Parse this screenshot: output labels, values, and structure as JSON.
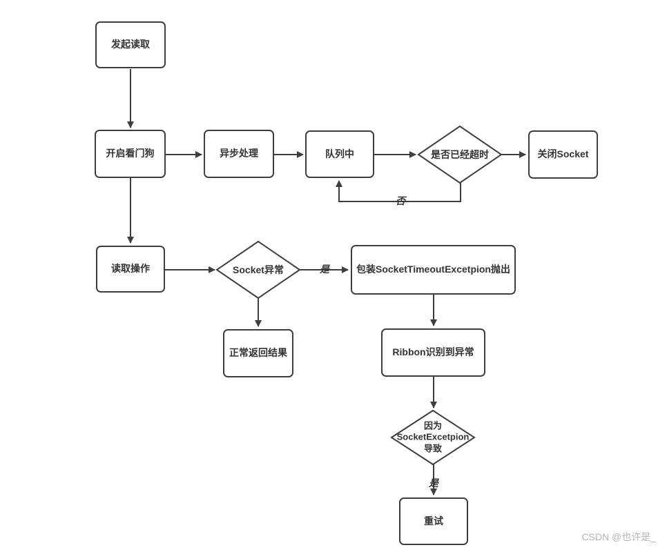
{
  "diagram": {
    "nodes": {
      "start_read": "发起读取",
      "start_watchdog": "开启看门狗",
      "async_process": "异步处理",
      "in_queue": "队列中",
      "timeout_check": "是否已经超时",
      "close_socket": "关闭Socket",
      "read_operation": "读取操作",
      "socket_exception_check": "Socket异常",
      "wrap_timeout_exception": "包装SocketTimeoutExcetpion抛出",
      "normal_return": "正常返回结果",
      "ribbon_detect": "Ribbon识别到异常",
      "cause_check": "因为SocketExcetpion导致",
      "retry": "重试"
    },
    "edge_labels": {
      "timeout_no": "否",
      "socket_exception_yes": "是",
      "cause_yes": "是"
    },
    "colors": {
      "stroke": "#3e3e3e",
      "node_fill": "#ffffff",
      "text": "#333333",
      "watermark": "#b5b5b5"
    }
  },
  "watermark": "CSDN @也许是_"
}
